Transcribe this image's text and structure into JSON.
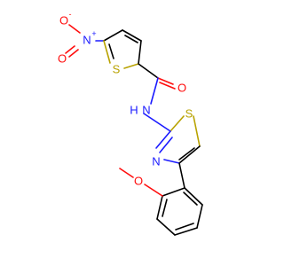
{
  "molecule": {
    "colors": {
      "carbon": "#000000",
      "nitrogen": "#1a1aff",
      "oxygen": "#ff0d0d",
      "sulfur": "#b8a200"
    },
    "atoms": {
      "nitro_oxygen_minus": "O",
      "minus_charge": "-",
      "nitro_nitrogen": "N",
      "plus_charge": "+",
      "nitro_oxygen": "O",
      "thiophene_sulfur": "S",
      "carbonyl_oxygen": "O",
      "amide_nh": "N",
      "amide_h": "H",
      "thiazole_sulfur": "S",
      "thiazole_nitrogen": "N",
      "methoxy_oxygen": "O"
    }
  }
}
